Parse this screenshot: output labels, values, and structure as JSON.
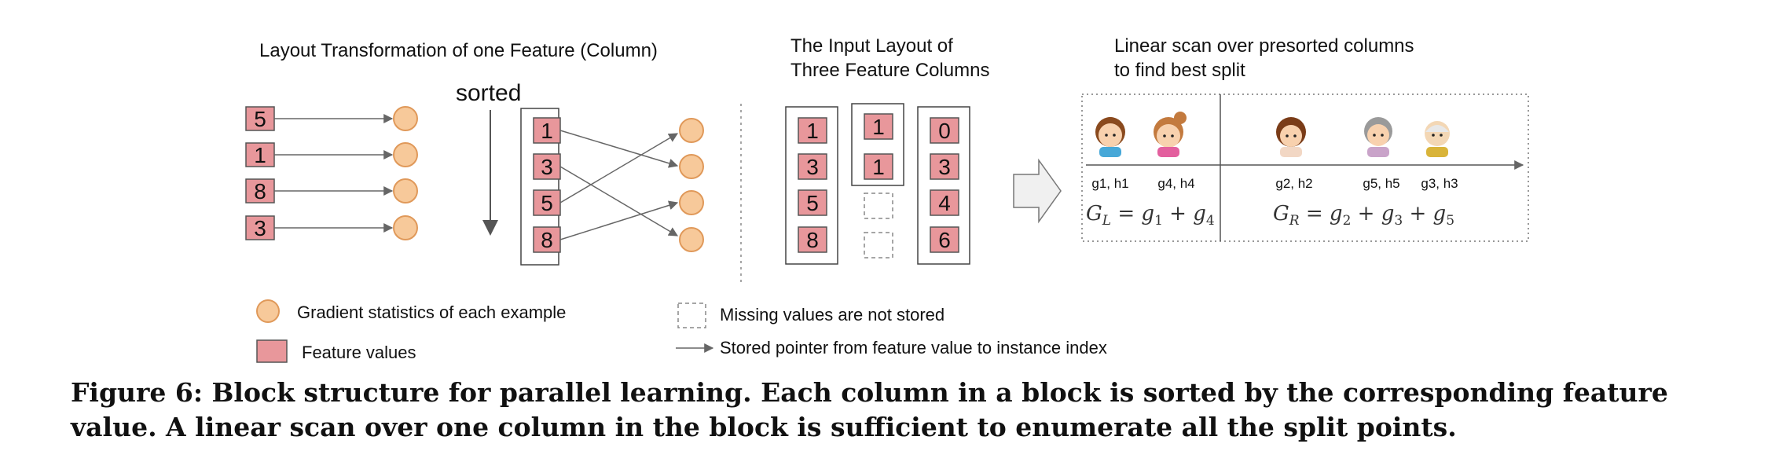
{
  "panel1": {
    "title": "Layout Transformation of one Feature (Column)",
    "sorted_label": "sorted",
    "input_values": [
      "5",
      "1",
      "8",
      "3"
    ],
    "sorted_values": [
      "1",
      "3",
      "5",
      "8"
    ]
  },
  "panel2": {
    "title_line1": "The Input Layout of",
    "title_line2": "Three Feature Columns",
    "column1": [
      "1",
      "3",
      "5",
      "8"
    ],
    "column2": [
      "1",
      "1"
    ],
    "column3": [
      "0",
      "3",
      "4",
      "6"
    ]
  },
  "panel3": {
    "title_line1": "Linear scan over presorted columns",
    "title_line2": "to find best split",
    "labels": [
      "g1, h1",
      "g4, h4",
      "g2, h2",
      "g5, h5",
      "g3, h3"
    ],
    "gl_formula": "G_L = g_1 + g_4",
    "gr_formula": "G_R = g_2 + g_3 + g_5"
  },
  "legend": {
    "gradient": "Gradient statistics of each example",
    "feature": "Feature values",
    "missing": "Missing values are not stored",
    "pointer": "Stored pointer from feature value to instance index"
  },
  "caption": "Figure 6: Block structure for parallel learning. Each column in a block is sorted by the corresponding feature value. A linear scan over one column in the block is sufficient to enumerate all the split points.",
  "colors": {
    "feature_fill": "#e8979b",
    "circle_fill": "#f7c99a",
    "circle_stroke": "#e0995a",
    "arrow": "#666666"
  }
}
